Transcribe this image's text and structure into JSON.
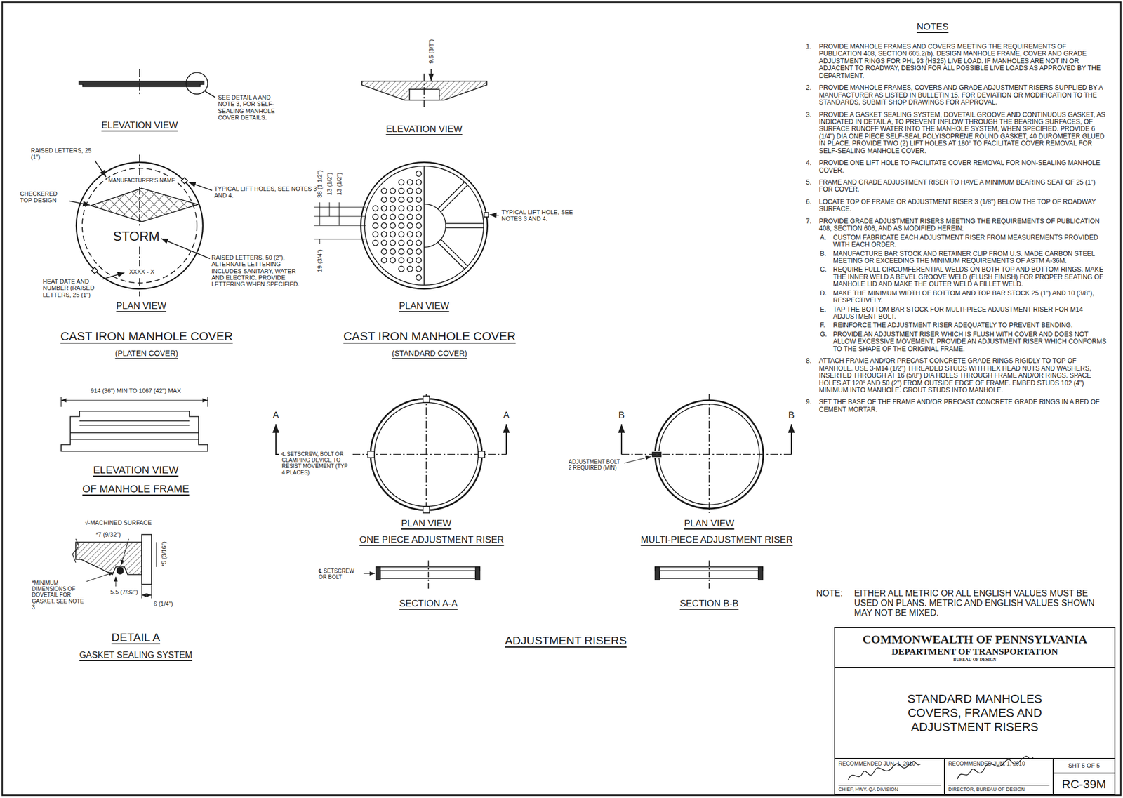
{
  "diagram": {
    "nodes": [
      {
        "text": [
          "COMMONWEALTH OF PENNSYLVANIA",
          "DEPARTMENT OF TRANSPORTATION",
          "BUREAU OF DESIGN"
        ]
      },
      {
        "text": [
          "STANDARD MANHOLES COVERS, FRAMES AND ADJUSTMENT RISERS"
        ]
      },
      {
        "text": [
          "RECOMMENDED JUN. 1, 2010",
          "CHIEF, HWY. QA DIVISION"
        ]
      },
      {
        "text": [
          "RECOMMENDED JUN. 1, 2010",
          "DIRECTOR, BUREAU OF DESIGN"
        ]
      },
      {
        "text": [
          "SHT 5 OF 5",
          "RC-39M"
        ]
      }
    ],
    "labels": [
      "SEE DETAIL A AND NOTE 3, FOR SELF-SEALING MANHOLE COVER DETAILS.",
      "ELEVATION VIEW",
      "RAISED LETTERS, 25 (1\")",
      "MANUFACTURER'S NAME",
      "CHECKERED TOP DESIGN",
      "TYPICAL LIFT HOLES, SEE NOTES 3 AND 4.",
      "STORM",
      "RAISED LETTERS, 50 (2\"), ALTERNATE LETTERING INCLUDES SANITARY, WATER AND ELECTRIC. PROVIDE LETTERING WHEN SPECIFIED.",
      "XXXX - X",
      "HEAT DATE AND NUMBER (RAISED LETTERS, 25 (1\")",
      "PLAN VIEW",
      "CAST IRON MANHOLE COVER",
      "(PLATEN COVER)",
      "9.5 (3/8\")",
      "ELEVATION VIEW",
      "38 (1 1/2\")",
      "13 (1/2\")",
      "13 (1/2\")",
      "19 (3/4\")",
      "TYPICAL LIFT HOLE, SEE NOTES 3 AND 4.",
      "PLAN VIEW",
      "CAST IRON MANHOLE COVER",
      "(STANDARD COVER)",
      "914 (36\") MIN TO 1067 (42\") MAX",
      "ELEVATION VIEW",
      "OF MANHOLE FRAME",
      "√-MACHINED SURFACE",
      "*7 (9/32\")",
      "*5 (3/16\")",
      "*MINIMUM DIMENSIONS OF DOVETAIL FOR GASKET. SEE NOTE 3.",
      "5.5 (7/32\")",
      "6 (1/4\")",
      "DETAIL A",
      "GASKET SEALING SYSTEM",
      "A",
      "A",
      "℄ SETSCREW, BOLT OR CLAMPING DEVICE TO RESIST MOVEMENT (TYP 4 PLACES)",
      "PLAN VIEW",
      "ONE PIECE ADJUSTMENT RISER",
      "℄ SETSCREW OR BOLT",
      "SECTION A-A",
      "B",
      "B",
      "ADJUSTMENT BOLT 2 REQUIRED (MIN)",
      "PLAN VIEW",
      "MULTI-PIECE ADJUSTMENT RISER",
      "SECTION B-B",
      "ADJUSTMENT RISERS",
      "NOTES",
      "1.",
      "PROVIDE MANHOLE FRAMES AND COVERS MEETING THE REQUIREMENTS OF PUBLICATION 408, SECTION 605.2(b). DESIGN MANHOLE FRAME, COVER AND GRADE ADJUSTMENT RINGS FOR PHL 93 (HS25) LIVE LOAD. IF MANHOLES ARE NOT IN OR ADJACENT TO ROADWAY, DESIGN FOR ALL POSSIBLE LIVE LOADS AS APPROVED BY THE DEPARTMENT.",
      "2.",
      "PROVIDE MANHOLE FRAMES, COVERS AND GRADE ADJUSTMENT RISERS SUPPLIED BY A MANUFACTURER AS LISTED IN BULLETIN 15. FOR DEVIATION OR MODIFICATION TO THE STANDARDS, SUBMIT SHOP DRAWINGS FOR APPROVAL.",
      "3.",
      "PROVIDE A GASKET SEALING SYSTEM, DOVETAIL GROOVE AND CONTINUOUS GASKET, AS INDICATED IN DETAIL A, TO PREVENT INFLOW THROUGH THE BEARING SURFACES, OF SURFACE RUNOFF WATER INTO THE MANHOLE SYSTEM, WHEN SPECIFIED. PROVIDE 6 (1/4\") DIA ONE PIECE SELF-SEAL POLYISOPRENE ROUND GASKET, 40 DUROMETER GLUED IN PLACE. PROVIDE TWO (2) LIFT HOLES AT 180° TO FACILITATE COVER REMOVAL FOR SELF-SEALING MANHOLE COVER.",
      "4.",
      "PROVIDE ONE LIFT HOLE TO FACILITATE COVER REMOVAL FOR NON-SEALING MANHOLE COVER.",
      "5.",
      "FRAME AND GRADE ADJUSTMENT RISER TO HAVE A MINIMUM BEARING SEAT OF 25 (1\") FOR COVER.",
      "6.",
      "LOCATE TOP OF FRAME OR ADJUSTMENT RISER 3 (1/8\") BELOW THE TOP OF ROADWAY SURFACE.",
      "7.",
      "PROVIDE GRADE ADJUSTMENT RISERS MEETING THE REQUIREMENTS OF PUBLICATION 408, SECTION 606, AND AS MODIFIED HEREIN:",
      "A.",
      "CUSTOM FABRICATE EACH ADJUSTMENT RISER FROM MEASUREMENTS PROVIDED WITH EACH ORDER.",
      "B.",
      "MANUFACTURE BAR STOCK AND RETAINER CLIP FROM U.S. MADE CARBON STEEL MEETING OR EXCEEDING THE MINIMUM REQUIREMENTS OF ASTM A-36M.",
      "C.",
      "REQUIRE FULL CIRCUMFERENTIAL WELDS ON BOTH TOP AND BOTTOM RINGS. MAKE THE INNER WELD A BEVEL GROOVE WELD (FLUSH FINISH) FOR PROPER SEATING OF MANHOLE LID AND MAKE THE OUTER WELD A FILLET WELD.",
      "D.",
      "MAKE THE MINIMUM WIDTH OF BOTTOM AND TOP BAR STOCK 25 (1\") AND 10 (3/8\"), RESPECTIVELY.",
      "E.",
      "TAP THE BOTTOM BAR STOCK FOR MULTI-PIECE ADJUSTMENT RISER FOR M14 ADJUSTMENT BOLT.",
      "F.",
      "REINFORCE THE ADJUSTMENT RISER ADEQUATELY TO PREVENT BENDING.",
      "G.",
      "PROVIDE AN ADJUSTMENT RISER WHICH IS FLUSH WITH COVER AND DOES NOT ALLOW EXCESSIVE MOVEMENT. PROVIDE AN ADJUSTMENT RISER WHICH CONFORMS TO THE SHAPE OF THE ORIGINAL FRAME.",
      "8.",
      "ATTACH FRAME AND/OR PRECAST CONCRETE GRADE RINGS RIGIDLY TO TOP OF MANHOLE. USE 3-M14 (1/2\") THREADED STUDS WITH HEX HEAD NUTS AND WASHERS, INSERTED THROUGH AT 16 (5/8\") DIA HOLES THROUGH FRAME AND/OR RINGS. SPACE HOLES AT 120° AND 50 (2\") FROM OUTSIDE EDGE OF FRAME. EMBED STUDS 102 (4\") MINIMUM INTO MANHOLE. GROUT STUDS INTO MANHOLE.",
      "9.",
      "SET THE BASE OF THE FRAME AND/OR PRECAST CONCRETE GRADE RINGS IN A BED OF CEMENT MORTAR.",
      "NOTE:",
      "EITHER ALL METRIC OR ALL ENGLISH VALUES MUST BE USED ON PLANS. METRIC AND ENGLISH VALUES SHOWN MAY NOT BE MIXED."
    ]
  }
}
